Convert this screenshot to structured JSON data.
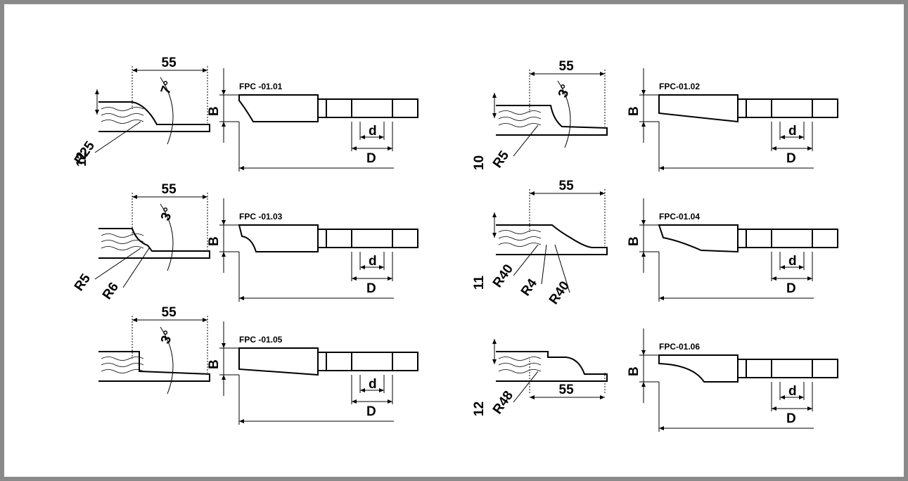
{
  "profiles": [
    {
      "id": "p1",
      "code": "FPC -01.01",
      "width": "55",
      "angle": "7°",
      "radii": [
        "R25"
      ],
      "depths": [
        "12"
      ],
      "B": "B",
      "d": "d",
      "D": "D"
    },
    {
      "id": "p2",
      "code": "FPC-01.02",
      "width": "55",
      "angle": "3°",
      "radii": [
        "R5"
      ],
      "depths": [
        "10"
      ],
      "B": "B",
      "d": "d",
      "D": "D"
    },
    {
      "id": "p3",
      "code": "FPC -01.03",
      "width": "55",
      "angle": "3°",
      "radii": [
        "R5",
        "R6"
      ],
      "depths": [],
      "B": "B",
      "d": "d",
      "D": "D"
    },
    {
      "id": "p4",
      "code": "FPC-01.04",
      "width": "55",
      "angle": "",
      "radii": [
        "R40",
        "R4",
        "R40"
      ],
      "depths": [
        "11"
      ],
      "B": "B",
      "d": "d",
      "D": "D"
    },
    {
      "id": "p5",
      "code": "FPC -01.05",
      "width": "55",
      "angle": "3°",
      "radii": [],
      "depths": [],
      "B": "B",
      "d": "d",
      "D": "D"
    },
    {
      "id": "p6",
      "code": "FPC-01.06",
      "width": "55",
      "angle": "",
      "radii": [
        "R48"
      ],
      "depths": [
        "12"
      ],
      "B": "B",
      "d": "d",
      "D": "D"
    }
  ]
}
